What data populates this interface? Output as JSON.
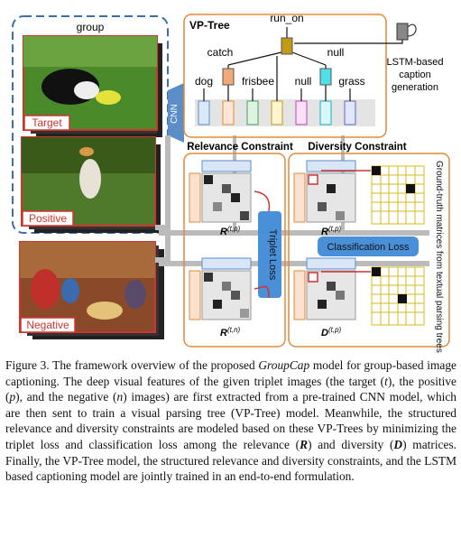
{
  "figure": {
    "group_label": "group",
    "cnn_label": "CNN",
    "vptree_title": "VP-Tree",
    "nodes": {
      "run_on": "run_on",
      "catch": "catch",
      "null_top": "null",
      "dog": "dog",
      "frisbee": "frisbee",
      "null_mid": "null",
      "grass": "grass"
    },
    "lstm_label": [
      "LSTM-based",
      "caption",
      "generation"
    ],
    "relevance_header": "Relevance Constraint",
    "diversity_header": "Diversity Constraint",
    "target_label": "Target",
    "positive_label": "Positive",
    "negative_label": "Negative",
    "triplet_loss": "Triplet Loss",
    "classification_loss": "Classification Loss",
    "ground_truth_label": "Ground-truth matrices from textual parsing trees",
    "matrix_labels": {
      "r_tp": "R",
      "r_tp_sup": "(t,p)",
      "r_tn": "R",
      "r_tn_sup": "(t,n)",
      "d_tp": "D",
      "d_tp_sup": "(t,p)"
    },
    "colors": {
      "orange_border": "#e08a3a",
      "blue_dashed": "#3b6fa8",
      "red_border": "#d0342c",
      "blue_box": "#4a90d9",
      "cnn_blue": "#5b8ec7",
      "yellow_grid": "#d8b81f",
      "catch_node": "#f2a97a",
      "run_on_node": "#c19a18",
      "null_node": "#4fe0ea"
    }
  },
  "caption": {
    "fig_num": "Figure 3.",
    "t1": " The framework overview of the proposed ",
    "model_name": "GroupCap",
    "t2": " model for group-based image captioning. The deep visual features of the given triplet images (the target (",
    "t_sym": "t",
    "t3": "), the positive (",
    "p_sym": "p",
    "t4": "), and the negative (",
    "n_sym": "n",
    "t5": ") images) are first extracted from a pre-trained CNN model, which are then sent to train a visual parsing tree (VP-Tree) model. Meanwhile, the structured relevance and diversity constraints are modeled based on these VP-Trees by minimizing the triplet loss and classification loss among the relevance (",
    "r_sym": "R",
    "t6": ") and diversity (",
    "d_sym": "D",
    "t7": ") matrices. Finally, the VP-Tree model, the structured relevance and diversity constraints, and the LSTM based captioning model are jointly trained in an end-to-end formulation."
  }
}
